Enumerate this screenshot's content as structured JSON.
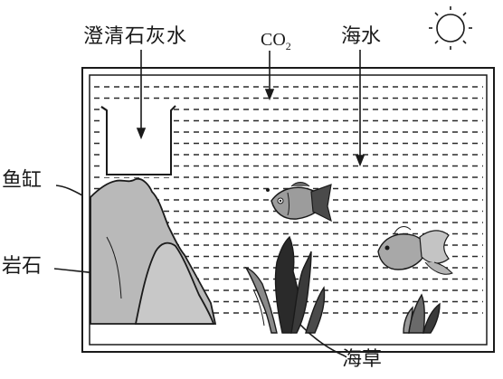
{
  "labels": {
    "limewater": "澄清石灰水",
    "co2_main": "CO",
    "co2_sub": "2",
    "seawater": "海水",
    "fish_tank": "鱼缸",
    "rock": "岩石",
    "seaweed": "海草"
  },
  "colors": {
    "ink": "#1a1a1a",
    "rock_fill": "#b9b9b9",
    "fish_fill": "#9c9c9c",
    "background": "#ffffff"
  },
  "icons": [
    "sun-icon",
    "beaker-icon",
    "fish-icon",
    "goldfish-icon",
    "seaweed-icon",
    "rock-icon"
  ]
}
